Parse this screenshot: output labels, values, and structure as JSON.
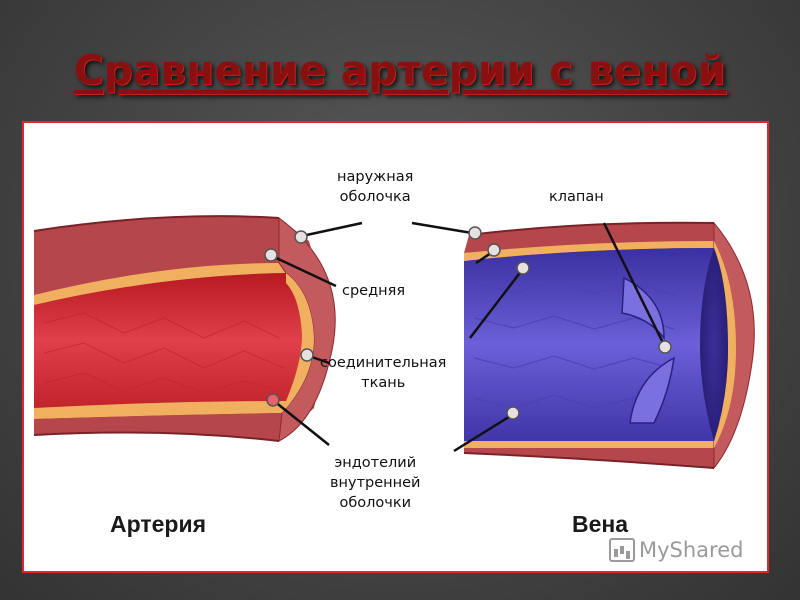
{
  "slide": {
    "title": "Сравнение артерии с веной"
  },
  "diagram": {
    "labels": {
      "outer_layer": "наружная\nоболочка",
      "valve": "клапан",
      "middle": "средняя",
      "connective": "соединительная\nткань",
      "endothelium": "эндотелий\nвнутренней\nоболочки"
    },
    "vessel_labels": {
      "artery": "Артерия",
      "vein": "Вена"
    },
    "watermark": "MyShared",
    "colors": {
      "artery_wall": "#b3444a",
      "artery_lumen": "#d2252f",
      "vein_wall": "#b3444a",
      "vein_lumen": "#5a4fc4",
      "connective_band": "#f0b060",
      "frame_border": "#e3262c",
      "title": "#8a1010"
    }
  }
}
